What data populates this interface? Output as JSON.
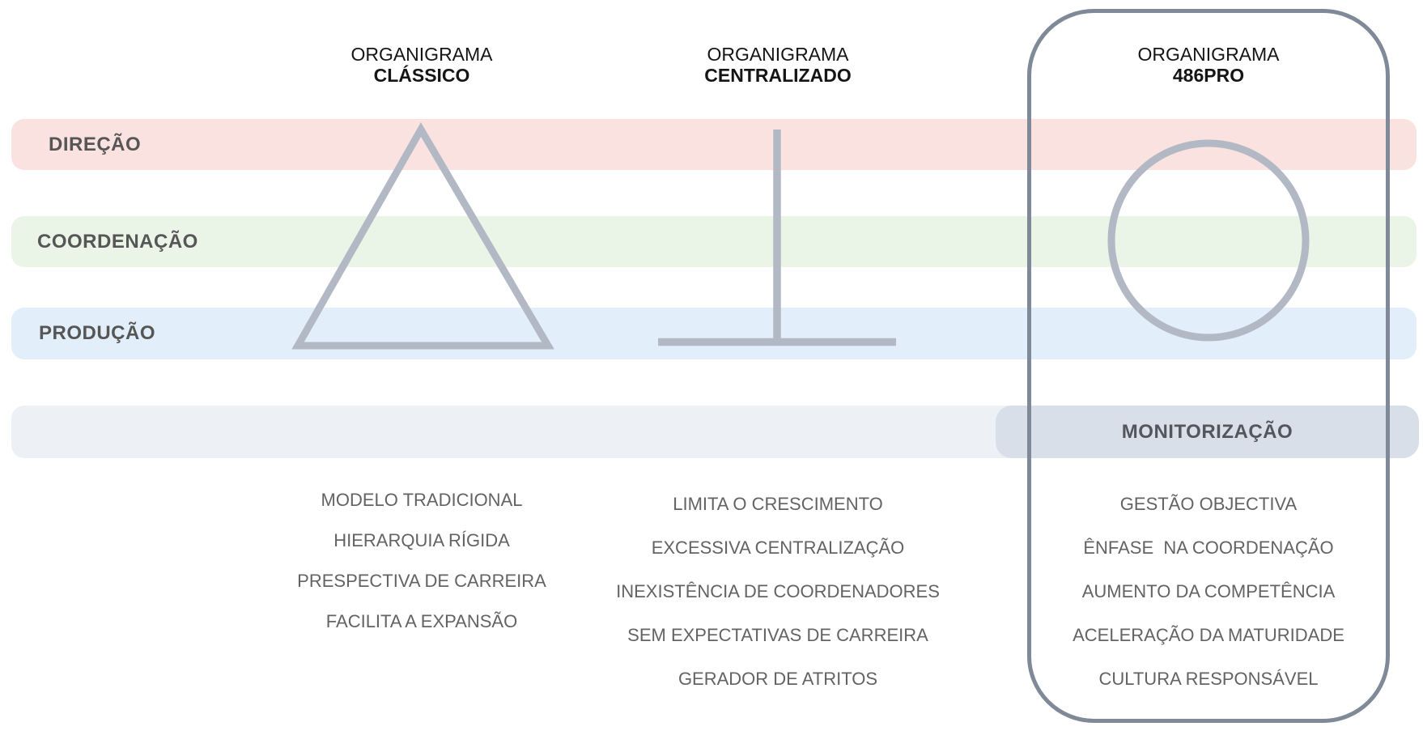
{
  "rows": [
    {
      "label": "DIREÇÃO",
      "color": "#f9e2df"
    },
    {
      "label": "COORDENAÇÃO",
      "color": "#eaf4e7"
    },
    {
      "label": "PRODUÇÃO",
      "color": "#e3eefb"
    },
    {
      "label": "",
      "color": "#edf1f6"
    }
  ],
  "monitor_band": {
    "label": "MONITORIZAÇÃO",
    "color": "#d8dfe9"
  },
  "columns": [
    {
      "header_line1": "ORGANIGRAMA",
      "header_line2": "CLÁSSICO",
      "shape": "triangle-pyramid",
      "items": [
        "MODELO TRADICIONAL",
        "HIERARQUIA RÍGIDA",
        "PRESPECTIVA DE CARREIRA",
        "FACILITA A EXPANSÃO"
      ]
    },
    {
      "header_line1": "ORGANIGRAMA",
      "header_line2": "CENTRALIZADO",
      "shape": "inverted-t",
      "items": [
        "LIMITA O CRESCIMENTO",
        "EXCESSIVA CENTRALIZAÇÃO",
        "INEXISTÊNCIA DE COORDENADORES",
        "SEM EXPECTATIVAS DE CARREIRA",
        "GERADOR DE ATRITOS"
      ]
    },
    {
      "header_line1": "ORGANIGRAMA",
      "header_line2": "486PRO",
      "shape": "circle",
      "items": [
        "GESTÃO OBJECTIVA",
        "ÊNFASE  NA COORDENAÇÃO",
        "AUMENTO DA COMPETÊNCIA",
        "ACELERAÇÃO DA MATURIDADE",
        "CULTURA RESPONSÁVEL"
      ]
    }
  ],
  "colors": {
    "shape_stroke": "#b2b9c4",
    "frame_stroke": "#7f8997",
    "row_label_text": "#565656",
    "list_text": "#636363",
    "header_text": "#151515",
    "monitor_label_text": "#53565c"
  }
}
